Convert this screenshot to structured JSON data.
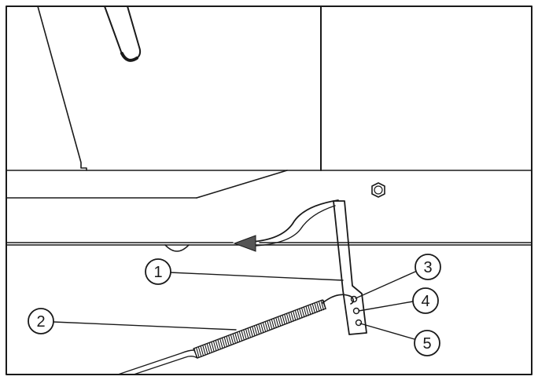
{
  "callouts": [
    {
      "id": "c1",
      "label": "1"
    },
    {
      "id": "c2",
      "label": "2"
    },
    {
      "id": "c3",
      "label": "3"
    },
    {
      "id": "c4",
      "label": "4"
    },
    {
      "id": "c5",
      "label": "5"
    }
  ],
  "colors": {
    "line": "#1a1a1a",
    "background": "#ffffff",
    "arrow": "#555555"
  },
  "icons": {
    "bolt": "hex-bolt-icon",
    "arrow": "direction-arrow-icon"
  }
}
